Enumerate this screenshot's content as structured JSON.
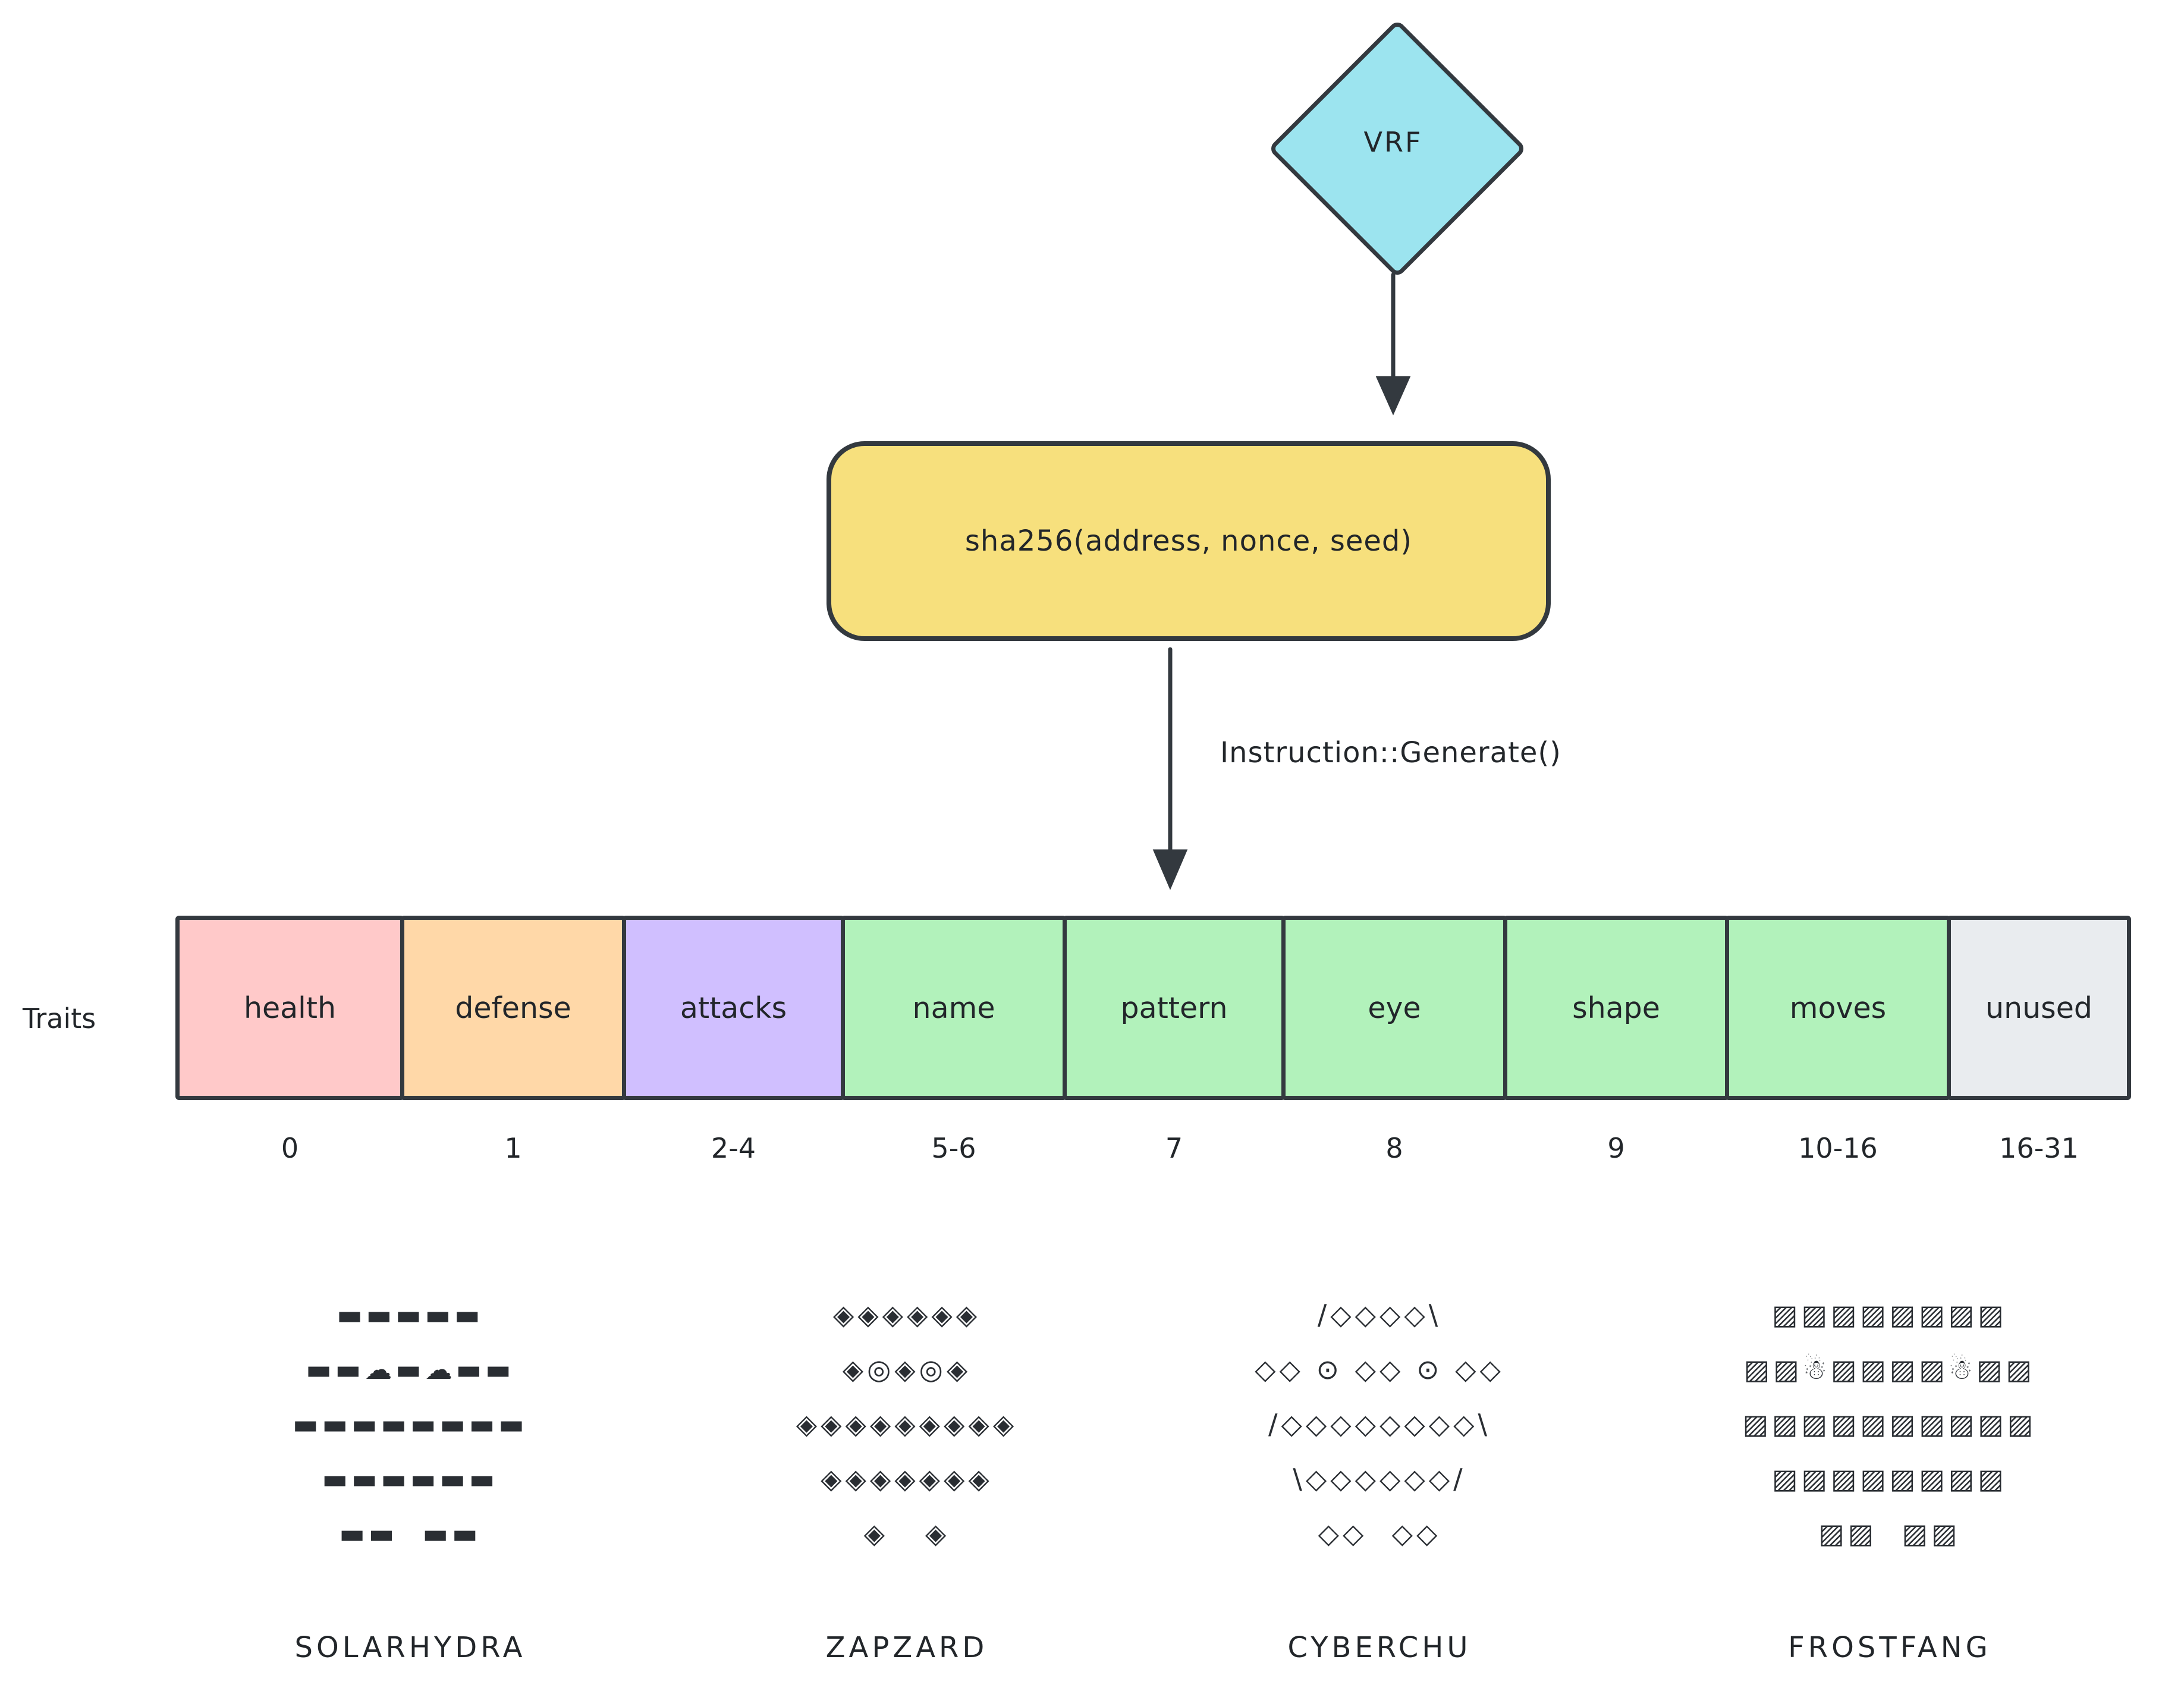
{
  "flow": {
    "vrf_label": "VRF",
    "hash_label": "sha256(address, nonce, seed)",
    "instruction_label": "Instruction::Generate()"
  },
  "byte_layout": {
    "title": "Traits",
    "segments": [
      {
        "label": "health",
        "bytes": "0",
        "color": "#ffc9c9"
      },
      {
        "label": "defense",
        "bytes": "1",
        "color": "#ffd8a8"
      },
      {
        "label": "attacks",
        "bytes": "2-4",
        "color": "#d0bfff"
      },
      {
        "label": "name",
        "bytes": "5-6",
        "color": "#b2f2bb"
      },
      {
        "label": "pattern",
        "bytes": "7",
        "color": "#b2f2bb"
      },
      {
        "label": "eye",
        "bytes": "8",
        "color": "#b2f2bb"
      },
      {
        "label": "shape",
        "bytes": "9",
        "color": "#b2f2bb"
      },
      {
        "label": "moves",
        "bytes": "10-16",
        "color": "#b2f2bb"
      },
      {
        "label": "unused",
        "bytes": "16-31",
        "color": "#e9ecef"
      }
    ]
  },
  "creatures": [
    {
      "name": "SOLARHYDRA",
      "art": [
        "▬▬▬▬▬",
        "▬▬☁▬☁▬▬",
        "▬▬▬▬▬▬▬▬",
        "▬▬▬▬▬▬",
        "▬▬  ▬▬"
      ]
    },
    {
      "name": "ZAPZARD",
      "art": [
        "◈◈◈◈◈◈",
        "◈◎◈◎◈",
        "◈◈◈◈◈◈◈◈◈",
        "◈◈◈◈◈◈◈",
        "◈   ◈"
      ]
    },
    {
      "name": "CYBERCHU",
      "art": [
        "/◇◇◇◇\\",
        "◇◇ ⊙ ◇◇ ⊙ ◇◇",
        "/◇◇◇◇◇◇◇◇\\",
        "\\◇◇◇◇◇◇/",
        "◇◇  ◇◇"
      ]
    },
    {
      "name": "FROSTFANG",
      "art": [
        "▨▨▨▨▨▨▨▨",
        "▨▨☃▨▨▨▨☃▨▨",
        "▨▨▨▨▨▨▨▨▨▨",
        "▨▨▨▨▨▨▨▨",
        "▨▨  ▨▨"
      ]
    }
  ]
}
